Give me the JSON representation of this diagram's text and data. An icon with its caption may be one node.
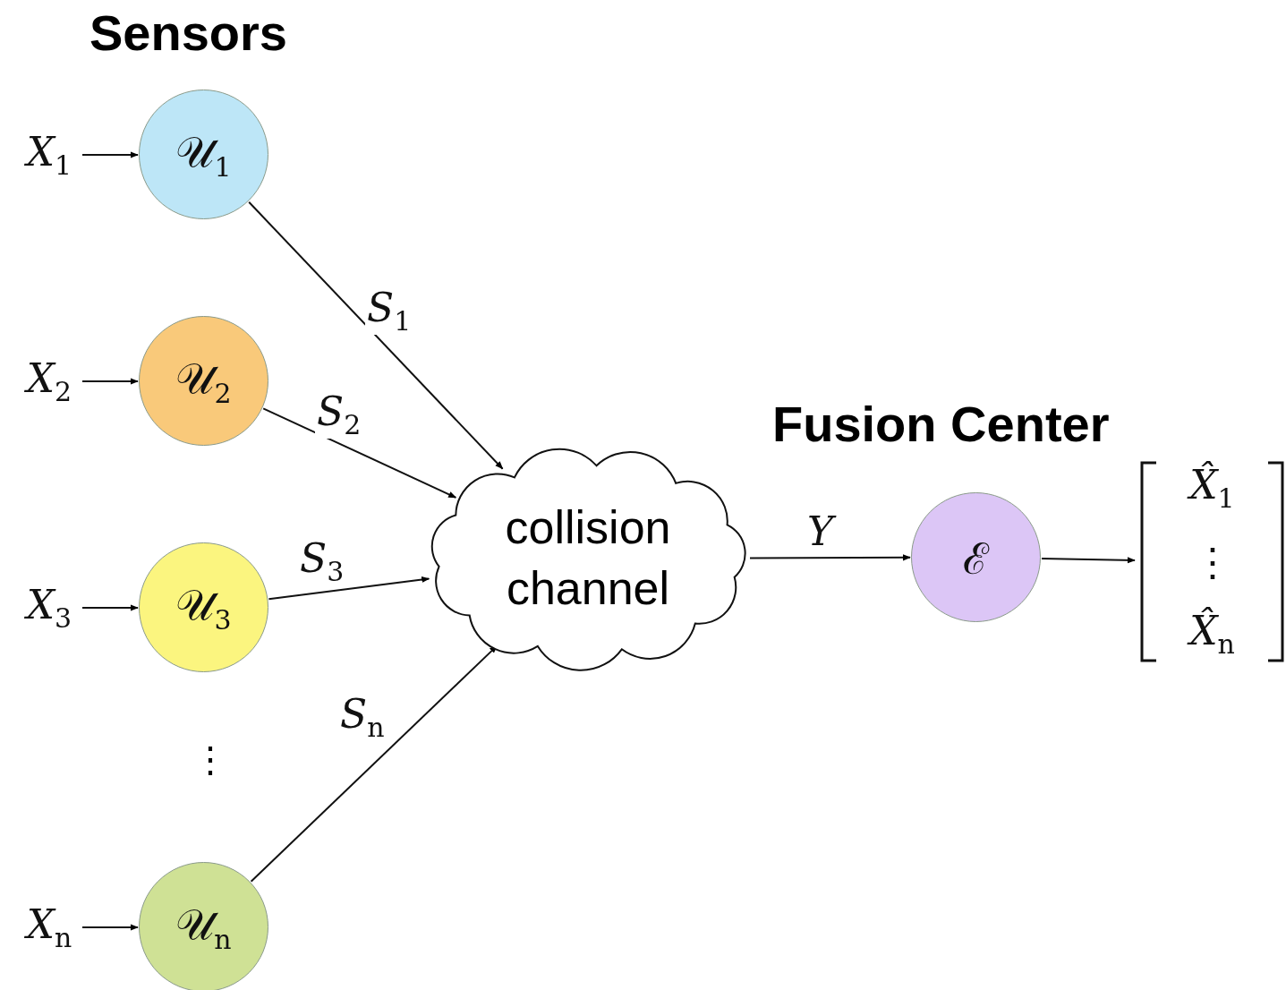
{
  "diagram": {
    "nodes": [
      {
        "text": [
          "*X*$_{1}$"
        ]
      },
      {
        "text": [
          "𝒰$_{1}$"
        ]
      },
      {
        "text": [
          "*X*$_{2}$"
        ]
      },
      {
        "text": [
          "𝒰$_{2}$"
        ]
      },
      {
        "text": [
          "*X*$_{3}$"
        ]
      },
      {
        "text": [
          "𝒰$_{3}$"
        ]
      },
      {
        "text": [
          "*X*$_{n}$"
        ]
      },
      {
        "text": [
          "𝒰$_{n}$"
        ]
      },
      {
        "text": [
          "collision channel"
        ]
      },
      {
        "text": [
          "ℰ"
        ],
        "beside": [
          "Fusion Center"
        ]
      },
      {
        "text": [
          "*X̂*$_{1}$",
          "⋮",
          "*X̂*$_{n}$"
        ]
      }
    ],
    "edges": [
      {
        "from": 0,
        "to": 1,
        "arrow": "to"
      },
      {
        "from": 2,
        "to": 3,
        "arrow": "to"
      },
      {
        "from": 4,
        "to": 5,
        "arrow": "to"
      },
      {
        "from": 6,
        "to": 7,
        "arrow": "to"
      },
      {
        "from": 1,
        "to": 8,
        "arrow": "to",
        "label": "*S*$_{1}$"
      },
      {
        "from": 3,
        "to": 8,
        "arrow": "to",
        "label": "*S*$_{2}$"
      },
      {
        "from": 5,
        "to": 8,
        "arrow": "to",
        "label": "*S*$_{3}$"
      },
      {
        "from": 7,
        "to": 8,
        "arrow": "to",
        "label": "*S*$_{n}$"
      },
      {
        "from": 8,
        "to": 9,
        "arrow": "to",
        "label": "*Y*"
      },
      {
        "from": 9,
        "to": 10,
        "arrow": "to"
      }
    ],
    "labels": [
      "Sensors",
      "⋮"
    ]
  }
}
